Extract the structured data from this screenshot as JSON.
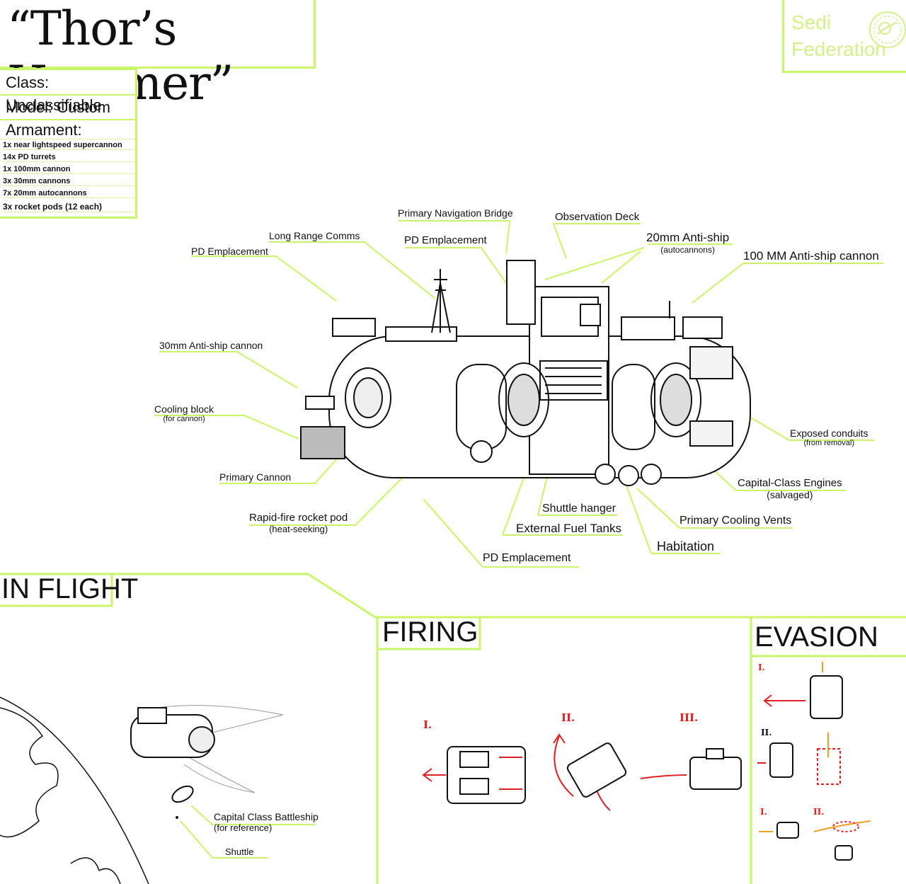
{
  "title": "“Thor’s Hammer”",
  "faction": {
    "line1": "Sedi",
    "line2": "Federation",
    "emblem_icon": "planet-emblem-icon",
    "color": "#d4f08a"
  },
  "specs": {
    "class_label": "Class: Unclassifiable",
    "model_label": "Model: Custom",
    "armament_label": "Armament:",
    "armament": [
      "1x near lightspeed supercannon",
      "14x PD turrets",
      "1x 100mm cannon",
      "3x 30mm cannons",
      "7x 20mm autocannons",
      "3x rocket pods (12 each)"
    ]
  },
  "callouts": {
    "primary_nav_bridge": "Primary Navigation Bridge",
    "observation_deck": "Observation Deck",
    "long_range_comms": "Long Range Comms",
    "pd_emplacement_top": "PD Emplacement",
    "pd_emplacement_left": "PD Emplacement",
    "pd_emplacement_bottom": "PD Emplacement",
    "anti_ship_20mm": "20mm Anti-ship",
    "anti_ship_20mm_sub": "(autocannons)",
    "cannon_100mm": "100 MM Anti-ship cannon",
    "anti_ship_30mm": "30mm Anti-ship cannon",
    "cooling_block": "Cooling block",
    "cooling_block_sub": "(for cannon)",
    "primary_cannon": "Primary Cannon",
    "rocket_pod": "Rapid-fire rocket pod",
    "rocket_pod_sub": "(heat-seeking)",
    "shuttle_hanger": "Shuttle hanger",
    "external_fuel_tanks": "External Fuel Tanks",
    "habitation": "Habitation",
    "primary_cooling_vents": "Primary Cooling Vents",
    "capital_engines": "Capital-Class Engines",
    "capital_engines_sub": "(salvaged)",
    "exposed_conduits": "Exposed conduits",
    "exposed_conduits_sub": "(from removal)"
  },
  "sections": {
    "in_flight": "IN FLIGHT",
    "firing": "FIRING",
    "evasion": "EVASION"
  },
  "in_flight_labels": {
    "battleship": "Capital Class Battleship",
    "battleship_sub": "(for reference)",
    "shuttle": "Shuttle"
  },
  "firing_steps": [
    "I.",
    "II.",
    "III."
  ],
  "evasion_steps": {
    "a": "I.",
    "b": "II.",
    "c1": "I.",
    "c2": "II."
  },
  "colors": {
    "accent": "#c8f56a",
    "arrow_red": "#e02020",
    "arrow_orange": "#f0a020"
  }
}
